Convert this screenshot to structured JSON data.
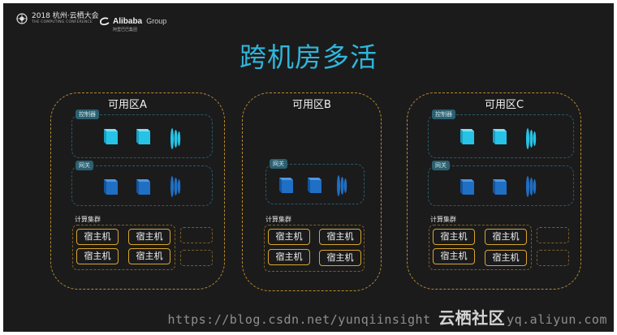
{
  "header": {
    "conference_year_city": "2018 杭州·云栖大会",
    "conference_en": "THE COMPUTING CONFERENCE",
    "alibaba_name": "Alibaba",
    "alibaba_group": "Group",
    "alibaba_cn": "阿里巴巴集团"
  },
  "title": "跨机房多活",
  "zones": [
    {
      "label": "可用区A",
      "controller_tag": "控制器",
      "gateway_tag": "网关",
      "cluster_label": "计算集群",
      "hosts": [
        "宿主机",
        "宿主机",
        "宿主机",
        "宿主机"
      ]
    },
    {
      "label": "可用区B",
      "gateway_tag": "网关",
      "cluster_label": "计算集群",
      "hosts": [
        "宿主机",
        "宿主机",
        "宿主机",
        "宿主机"
      ]
    },
    {
      "label": "可用区C",
      "controller_tag": "控制器",
      "gateway_tag": "网关",
      "cluster_label": "计算集群",
      "hosts": [
        "宿主机",
        "宿主机",
        "宿主机",
        "宿主机"
      ]
    }
  ],
  "colors": {
    "background": "#1b1b1c",
    "title": "#2fb6dc",
    "zone_border": "#b88a2a",
    "controller_cube": "#26c3e6",
    "gateway_cube": "#1f6fc4",
    "host_border": "#d9a52d"
  },
  "icons": {
    "controller_node": "cube-icon",
    "gateway_node": "cube-icon",
    "signal": "signal-wave-icon",
    "conference_logo": "cloud-logo-icon",
    "alibaba_logo": "alibaba-logo-icon"
  },
  "watermark": {
    "brand": "云栖社区",
    "site": "yq.aliyun.com",
    "url": "https://blog.csdn.net/yunqiinsight"
  }
}
